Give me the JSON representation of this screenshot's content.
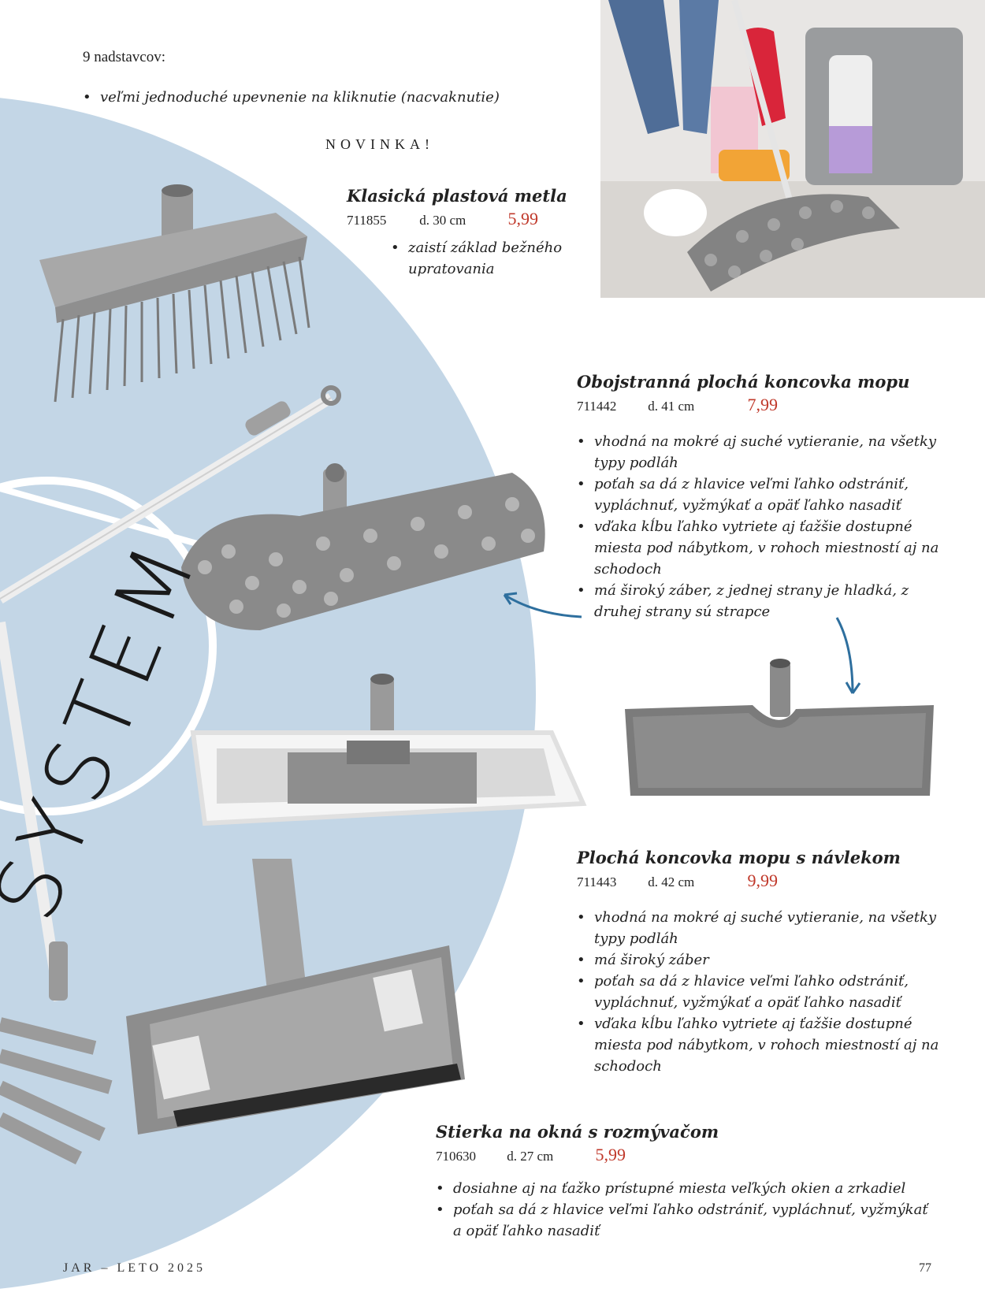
{
  "intro": {
    "title": "9 nadstavcov:",
    "bullet": "veľmi jednoduché upevnenie na kliknutie (nacvaknutie)",
    "novinka": "NOVINKA!"
  },
  "decor_text": "SYSTEM",
  "products": [
    {
      "title": "Klasická plastová metla",
      "code": "711855",
      "size": "d. 30 cm",
      "price": "5,99",
      "bullets": [
        "zaistí základ bežného upratovania"
      ]
    },
    {
      "title": "Obojstranná plochá koncovka mopu",
      "code": "711442",
      "size": "d. 41 cm",
      "price": "7,99",
      "bullets": [
        "vhodná na mokré aj suché vytieranie, na všetky typy podláh",
        "poťah sa dá z hlavice veľmi ľahko odstrániť, vypláchnuť, vyžmýkať a opäť ľahko nasadiť",
        "vďaka kĺbu ľahko vytriete aj ťažšie dostupné miesta pod nábytkom, v rohoch miestností aj na schodoch",
        "má široký záber, z jednej strany je hladká, z druhej strany sú strapce"
      ]
    },
    {
      "title": "Plochá koncovka mopu s návlekom",
      "code": "711443",
      "size": "d. 42 cm",
      "price": "9,99",
      "bullets": [
        "vhodná na mokré aj suché vytieranie, na všetky typy podláh",
        "má široký záber",
        "poťah sa dá z hlavice veľmi ľahko odstrániť, vypláchnuť, vyžmýkať a opäť ľahko nasadiť",
        "vďaka kĺbu ľahko vytriete aj ťažšie dostupné miesta pod nábytkom, v rohoch miestností aj na schodoch"
      ]
    },
    {
      "title": "Stierka na okná s rozmývačom",
      "code": "710630",
      "size": "d. 27 cm",
      "price": "5,99",
      "bullets": [
        "dosiahne aj na ťažko prístupné miesta veľkých okien a zrkadiel",
        "poťah sa dá z hlavice veľmi ľahko odstrániť, vypláchnuť, vyžmýkať a opäť ľahko nasadiť"
      ]
    }
  ],
  "footer": {
    "left": "JAR – LETO 2025",
    "page": "77"
  },
  "colors": {
    "circle": "#c3d6e6",
    "price": "#c0392b",
    "arrow": "#2e6f9e"
  }
}
